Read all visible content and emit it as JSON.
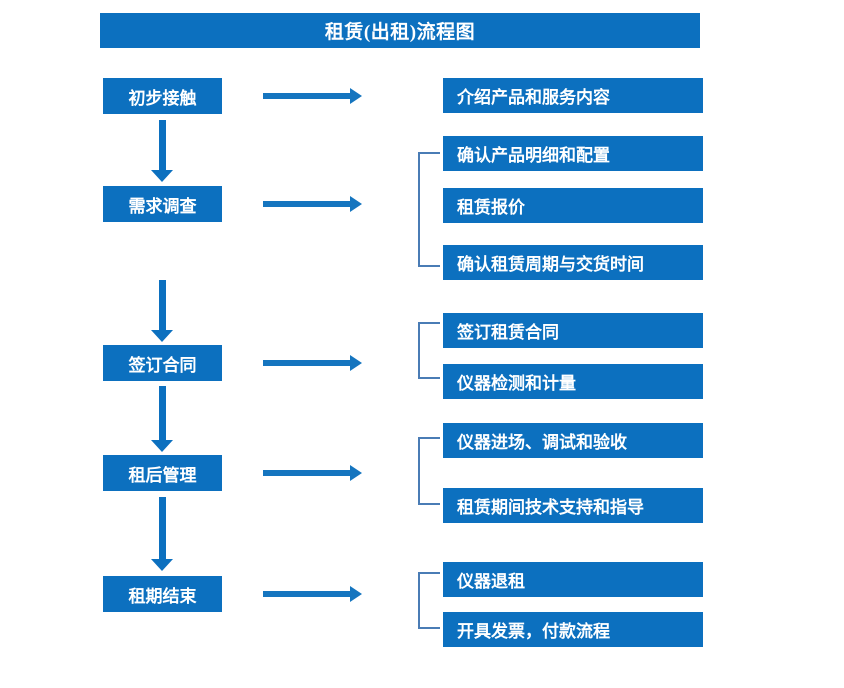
{
  "chart_data": {
    "type": "diagram",
    "title": "租赁(出租)流程图",
    "diagram_kind": "flowchart",
    "orientation": "vertical-stages-with-horizontal-details",
    "stages": [
      {
        "label": "初步接触",
        "details": [
          "介绍产品和服务内容"
        ]
      },
      {
        "label": "需求调查",
        "details": [
          "确认产品明细和配置",
          "租赁报价",
          "确认租赁周期与交货时间"
        ]
      },
      {
        "label": "签订合同",
        "details": [
          "签订租赁合同",
          "仪器检测和计量"
        ]
      },
      {
        "label": "租后管理",
        "details": [
          "仪器进场、调试和验收",
          "租赁期间技术支持和指导"
        ]
      },
      {
        "label": "租期结束",
        "details": [
          "仪器退租",
          "开具发票，付款流程"
        ]
      }
    ]
  },
  "title": {
    "text": "租赁(出租)流程图"
  },
  "stages": [
    {
      "label": "初步接触"
    },
    {
      "label": "需求调查"
    },
    {
      "label": "签订合同"
    },
    {
      "label": "租后管理"
    },
    {
      "label": "租期结束"
    }
  ],
  "details": [
    {
      "label": "介绍产品和服务内容"
    },
    {
      "label": "确认产品明细和配置"
    },
    {
      "label": "租赁报价"
    },
    {
      "label": "确认租赁周期与交货时间"
    },
    {
      "label": "签订租赁合同"
    },
    {
      "label": "仪器检测和计量"
    },
    {
      "label": "仪器进场、调试和验收"
    },
    {
      "label": "租赁期间技术支持和指导"
    },
    {
      "label": "仪器退租"
    },
    {
      "label": "开具发票，付款流程"
    }
  ],
  "colors": {
    "box_fill": "#0C70BF",
    "box_text": "#FFFFFF",
    "arrow": "#1575BF",
    "bracket": "#4A7CB5",
    "background": "#FFFFFF"
  }
}
